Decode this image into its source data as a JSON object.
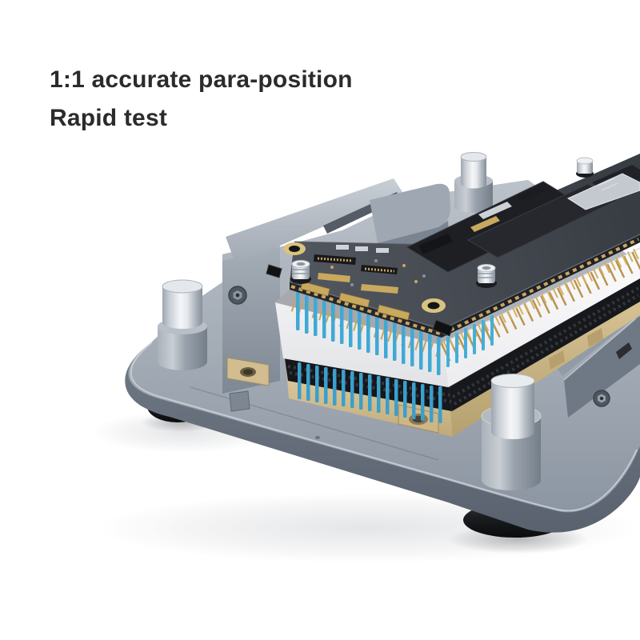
{
  "page": {
    "background_color": "#ffffff"
  },
  "heading": {
    "line1": "1:1 accurate para-position",
    "line2": "Rapid test",
    "text_color": "#2b2b2b"
  },
  "scene": {
    "type": "product-photo-render",
    "subject": "logic-board-layered-test-fixture",
    "parts": [
      "aluminum-base-plate",
      "rubber-foot-left",
      "rubber-foot-front",
      "support-post-left",
      "support-post-rear",
      "support-post-front",
      "clamp-rail",
      "side-wall",
      "gold-test-board",
      "black-pin-socket",
      "white-elastic-layer",
      "blue-probe-pins",
      "gold-contact-pins",
      "logic-board",
      "shield-cans",
      "silver-chip",
      "board-screw-posts",
      "gold-ring-pads"
    ],
    "colors": {
      "base_gray": "#98a1ac",
      "plate_face_gray": "#6e7884",
      "chrome": "#eef1f4",
      "foam_white": "#f4f4f5",
      "probe_blue": "#3fa9d6",
      "board_dark": "#42464e",
      "shield_black": "#1c1e22",
      "gold": "#c9a95e",
      "tan_board": "#d3c093",
      "foot_black": "#141517"
    }
  }
}
